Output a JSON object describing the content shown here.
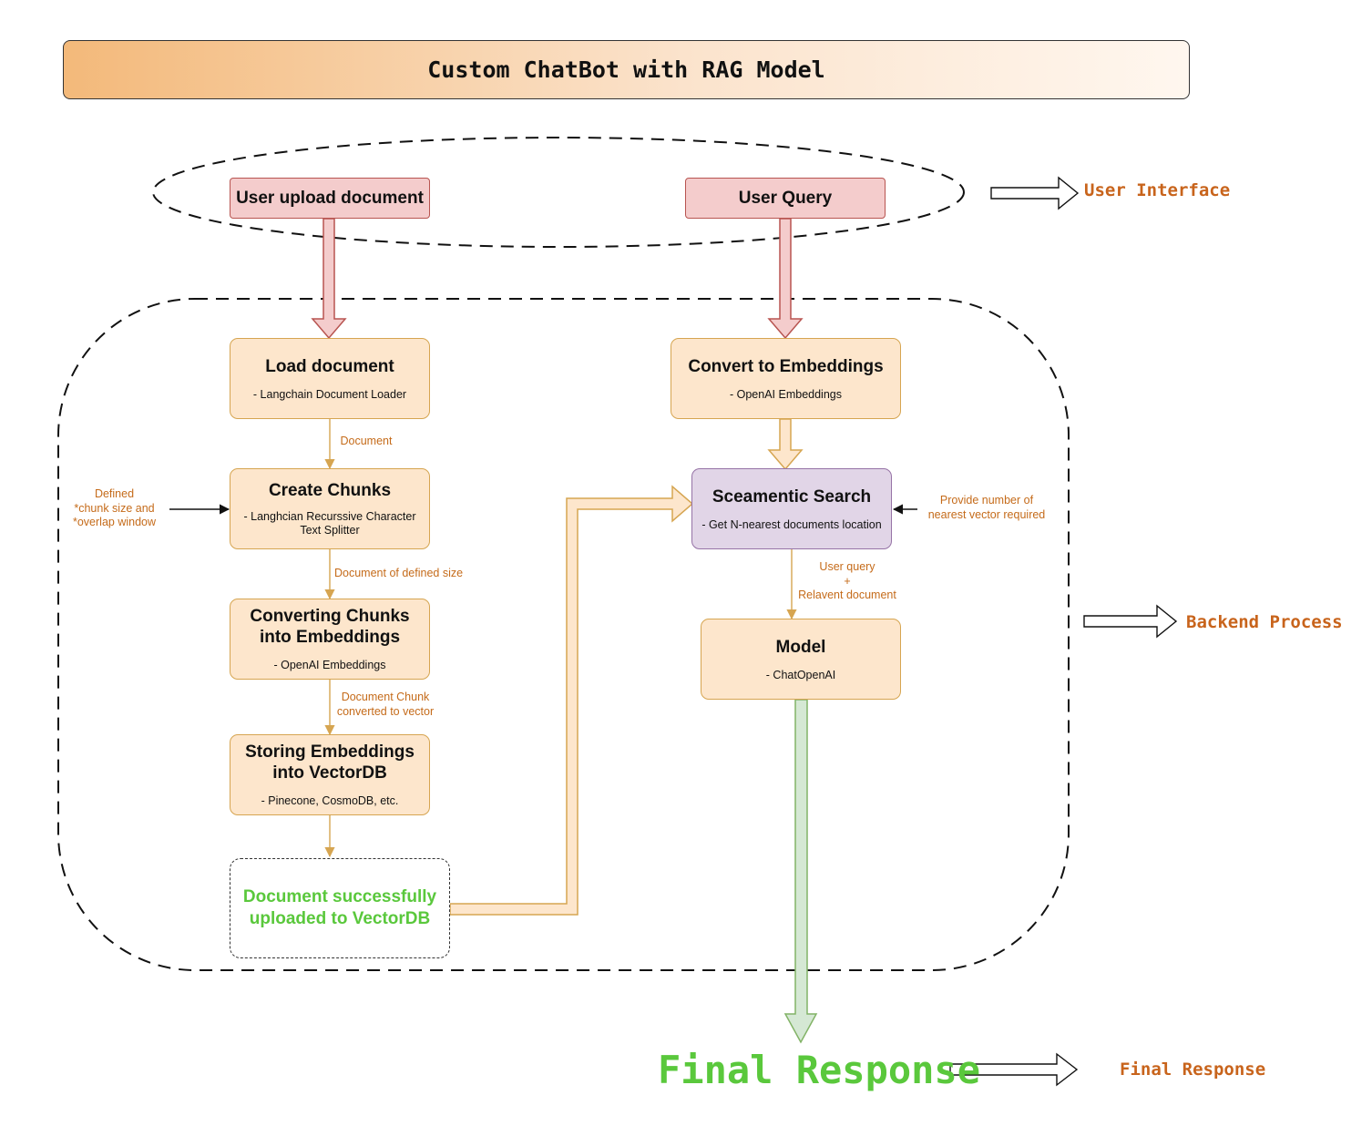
{
  "title": "Custom ChatBot with RAG Model",
  "colors": {
    "ui_fill": "#f4cccc",
    "process_fill": "#fde6cc",
    "search_fill": "#e1d5e7",
    "label_orange": "#c56b1a",
    "success_green": "#5ac83c",
    "final_arrow_fill": "#d5e8d4"
  },
  "user_interface": {
    "upload": "User upload document",
    "query": "User Query"
  },
  "left_pipeline": {
    "load": {
      "title": "Load document",
      "sub": "- Langchain Document Loader"
    },
    "edge_document": "Document",
    "chunks": {
      "title": "Create Chunks",
      "sub_line1": "- Langhcian Recurssive Character",
      "sub_line2": "Text Splitter"
    },
    "chunk_input": {
      "line1": "Defined",
      "line2": "*chunk size and",
      "line3": "*overlap window"
    },
    "edge_defined_size": "Document of defined size",
    "converting": {
      "title_line1": "Converting Chunks",
      "title_line2": "into Embeddings",
      "sub": "- OpenAI Embeddings"
    },
    "edge_vector": {
      "line1": "Document Chunk",
      "line2": "converted to vector"
    },
    "storing": {
      "title_line1": "Storing Embeddings",
      "title_line2": "into VectorDB",
      "sub": "- Pinecone, CosmoDB, etc."
    },
    "success": {
      "line1": "Document successfully",
      "line2": "uploaded to VectorDB"
    }
  },
  "right_pipeline": {
    "convert": {
      "title": "Convert to Embeddings",
      "sub": "- OpenAI Embeddings"
    },
    "search": {
      "title": "Sceamentic Search",
      "sub": "- Get N-nearest documents location"
    },
    "search_input": {
      "line1": "Provide number of",
      "line2": "nearest vector required"
    },
    "edge_query": {
      "line1": "User query",
      "line2": "+",
      "line3": "Relavent document"
    },
    "model": {
      "title": "Model",
      "sub": "- ChatOpenAI"
    }
  },
  "final_response": "Final Response",
  "side_labels": {
    "user_interface": "User Interface",
    "backend_process": "Backend Process",
    "final_response": "Final Response"
  }
}
